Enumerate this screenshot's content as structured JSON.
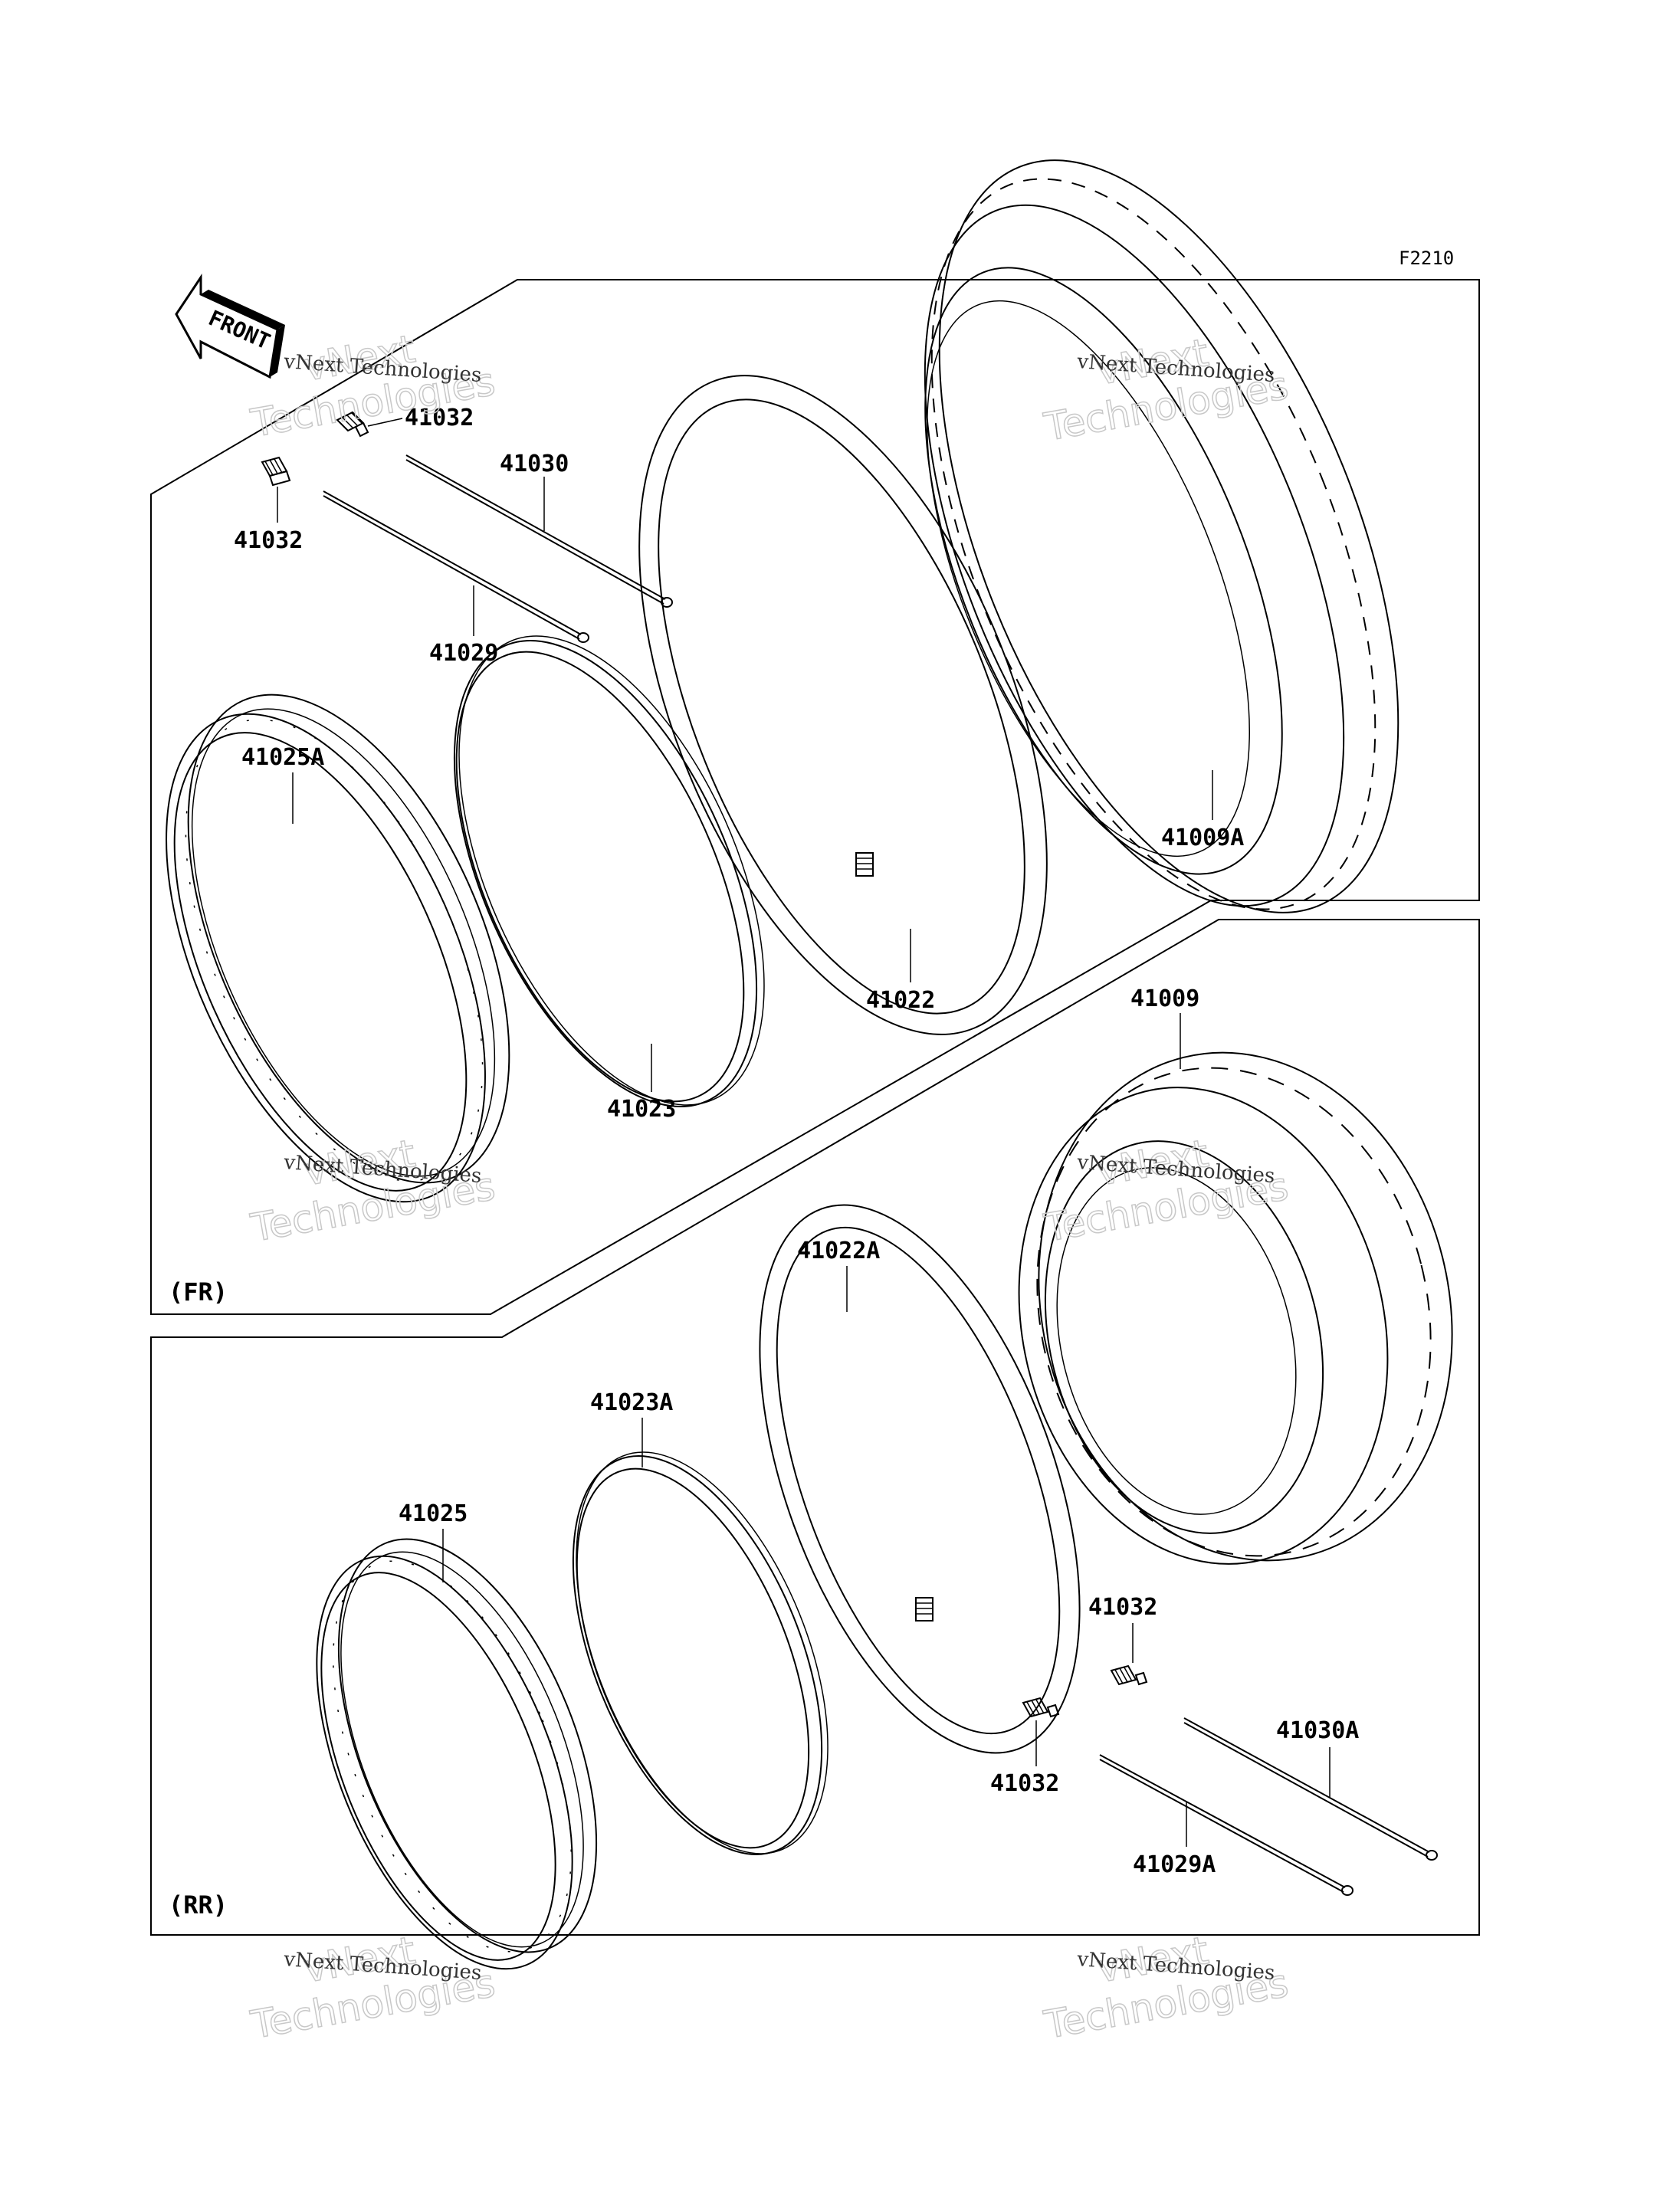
{
  "diagram_code": "F2210",
  "orientation_marker": "FRONT",
  "sections": {
    "front": {
      "label": "(FR)"
    },
    "rear": {
      "label": "(RR)"
    }
  },
  "parts": {
    "valve_fr_1": "41032",
    "valve_fr_2": "41032",
    "weight_fr_a": "41030",
    "weight_fr_b": "41029",
    "rim_fr": "41025A",
    "band_fr": "41023",
    "tube_fr": "41022",
    "tire_fr": "41009A",
    "tire_rr": "41009",
    "tube_rr": "41022A",
    "band_rr": "41023A",
    "rim_rr": "41025",
    "valve_rr_1": "41032",
    "valve_rr_2": "41032",
    "weight_rr_a": "41030A",
    "weight_rr_b": "41029A"
  },
  "watermark": {
    "line_small": "vNext Technologies",
    "line_big_1": "vNext",
    "line_big_2": "Technologies"
  }
}
